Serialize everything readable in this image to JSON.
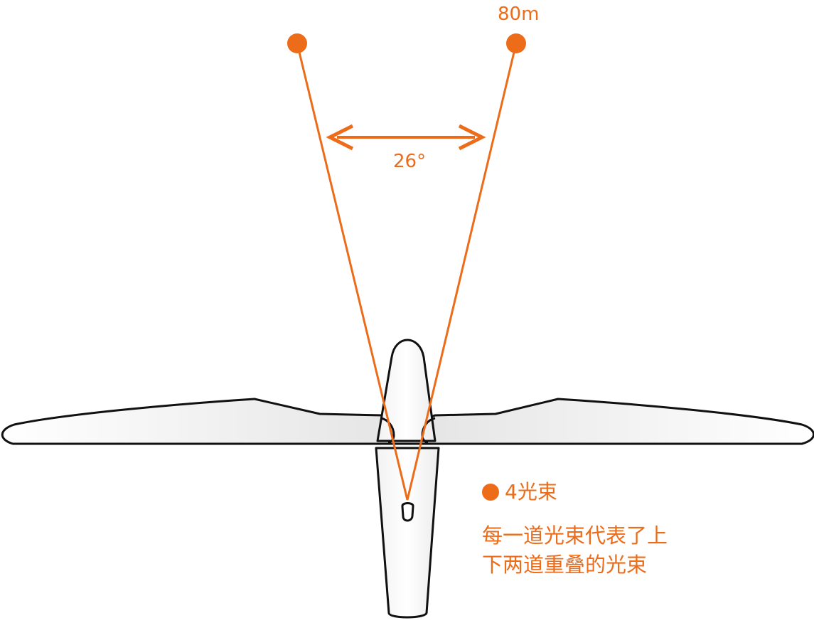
{
  "diagram": {
    "range_label": "80m",
    "angle_label": "26°",
    "legend": {
      "label": "4光束",
      "description_line1": "每一道光束代表了上",
      "description_line2": "下两道重叠的光束"
    },
    "colors": {
      "beam": "#ec6c1a",
      "outline": "#111111",
      "fill_light": "#ffffff",
      "fill_shade": "#e6e6e6"
    }
  }
}
